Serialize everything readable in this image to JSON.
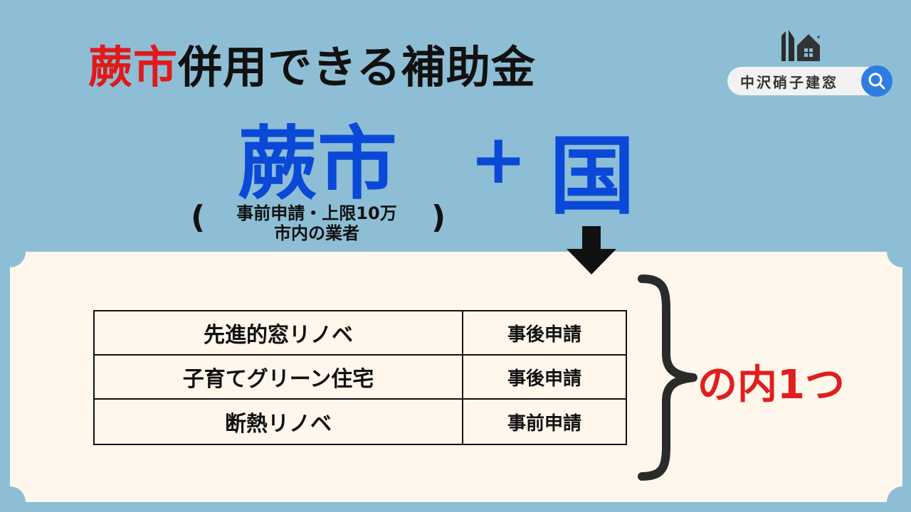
{
  "header": {
    "title_city": "蕨市",
    "title_rest": "併用できる補助金"
  },
  "scheme": {
    "city": "蕨市",
    "plus": "+",
    "nation": "国",
    "paren_open": "(",
    "paren_close": ")",
    "city_note_line1": "事前申請・上限10万",
    "city_note_line2": "市内の業者"
  },
  "brand": {
    "name": "中沢硝子建窓",
    "logo_icon": "house-logo-icon",
    "search_icon": "search-icon",
    "search_color": "#2f7de2"
  },
  "table": {
    "rows": [
      {
        "name": "先進的窓リノベ",
        "timing": "事後申請"
      },
      {
        "name": "子育てグリーン住宅",
        "timing": "事後申請"
      },
      {
        "name": "断熱リノベ",
        "timing": "事前申請"
      }
    ]
  },
  "selection": {
    "label": "の内1つ"
  },
  "colors": {
    "background": "#8dbed6",
    "panel": "#fff7ec",
    "accent_red": "#e01a1a",
    "accent_blue": "#0a49d8"
  }
}
